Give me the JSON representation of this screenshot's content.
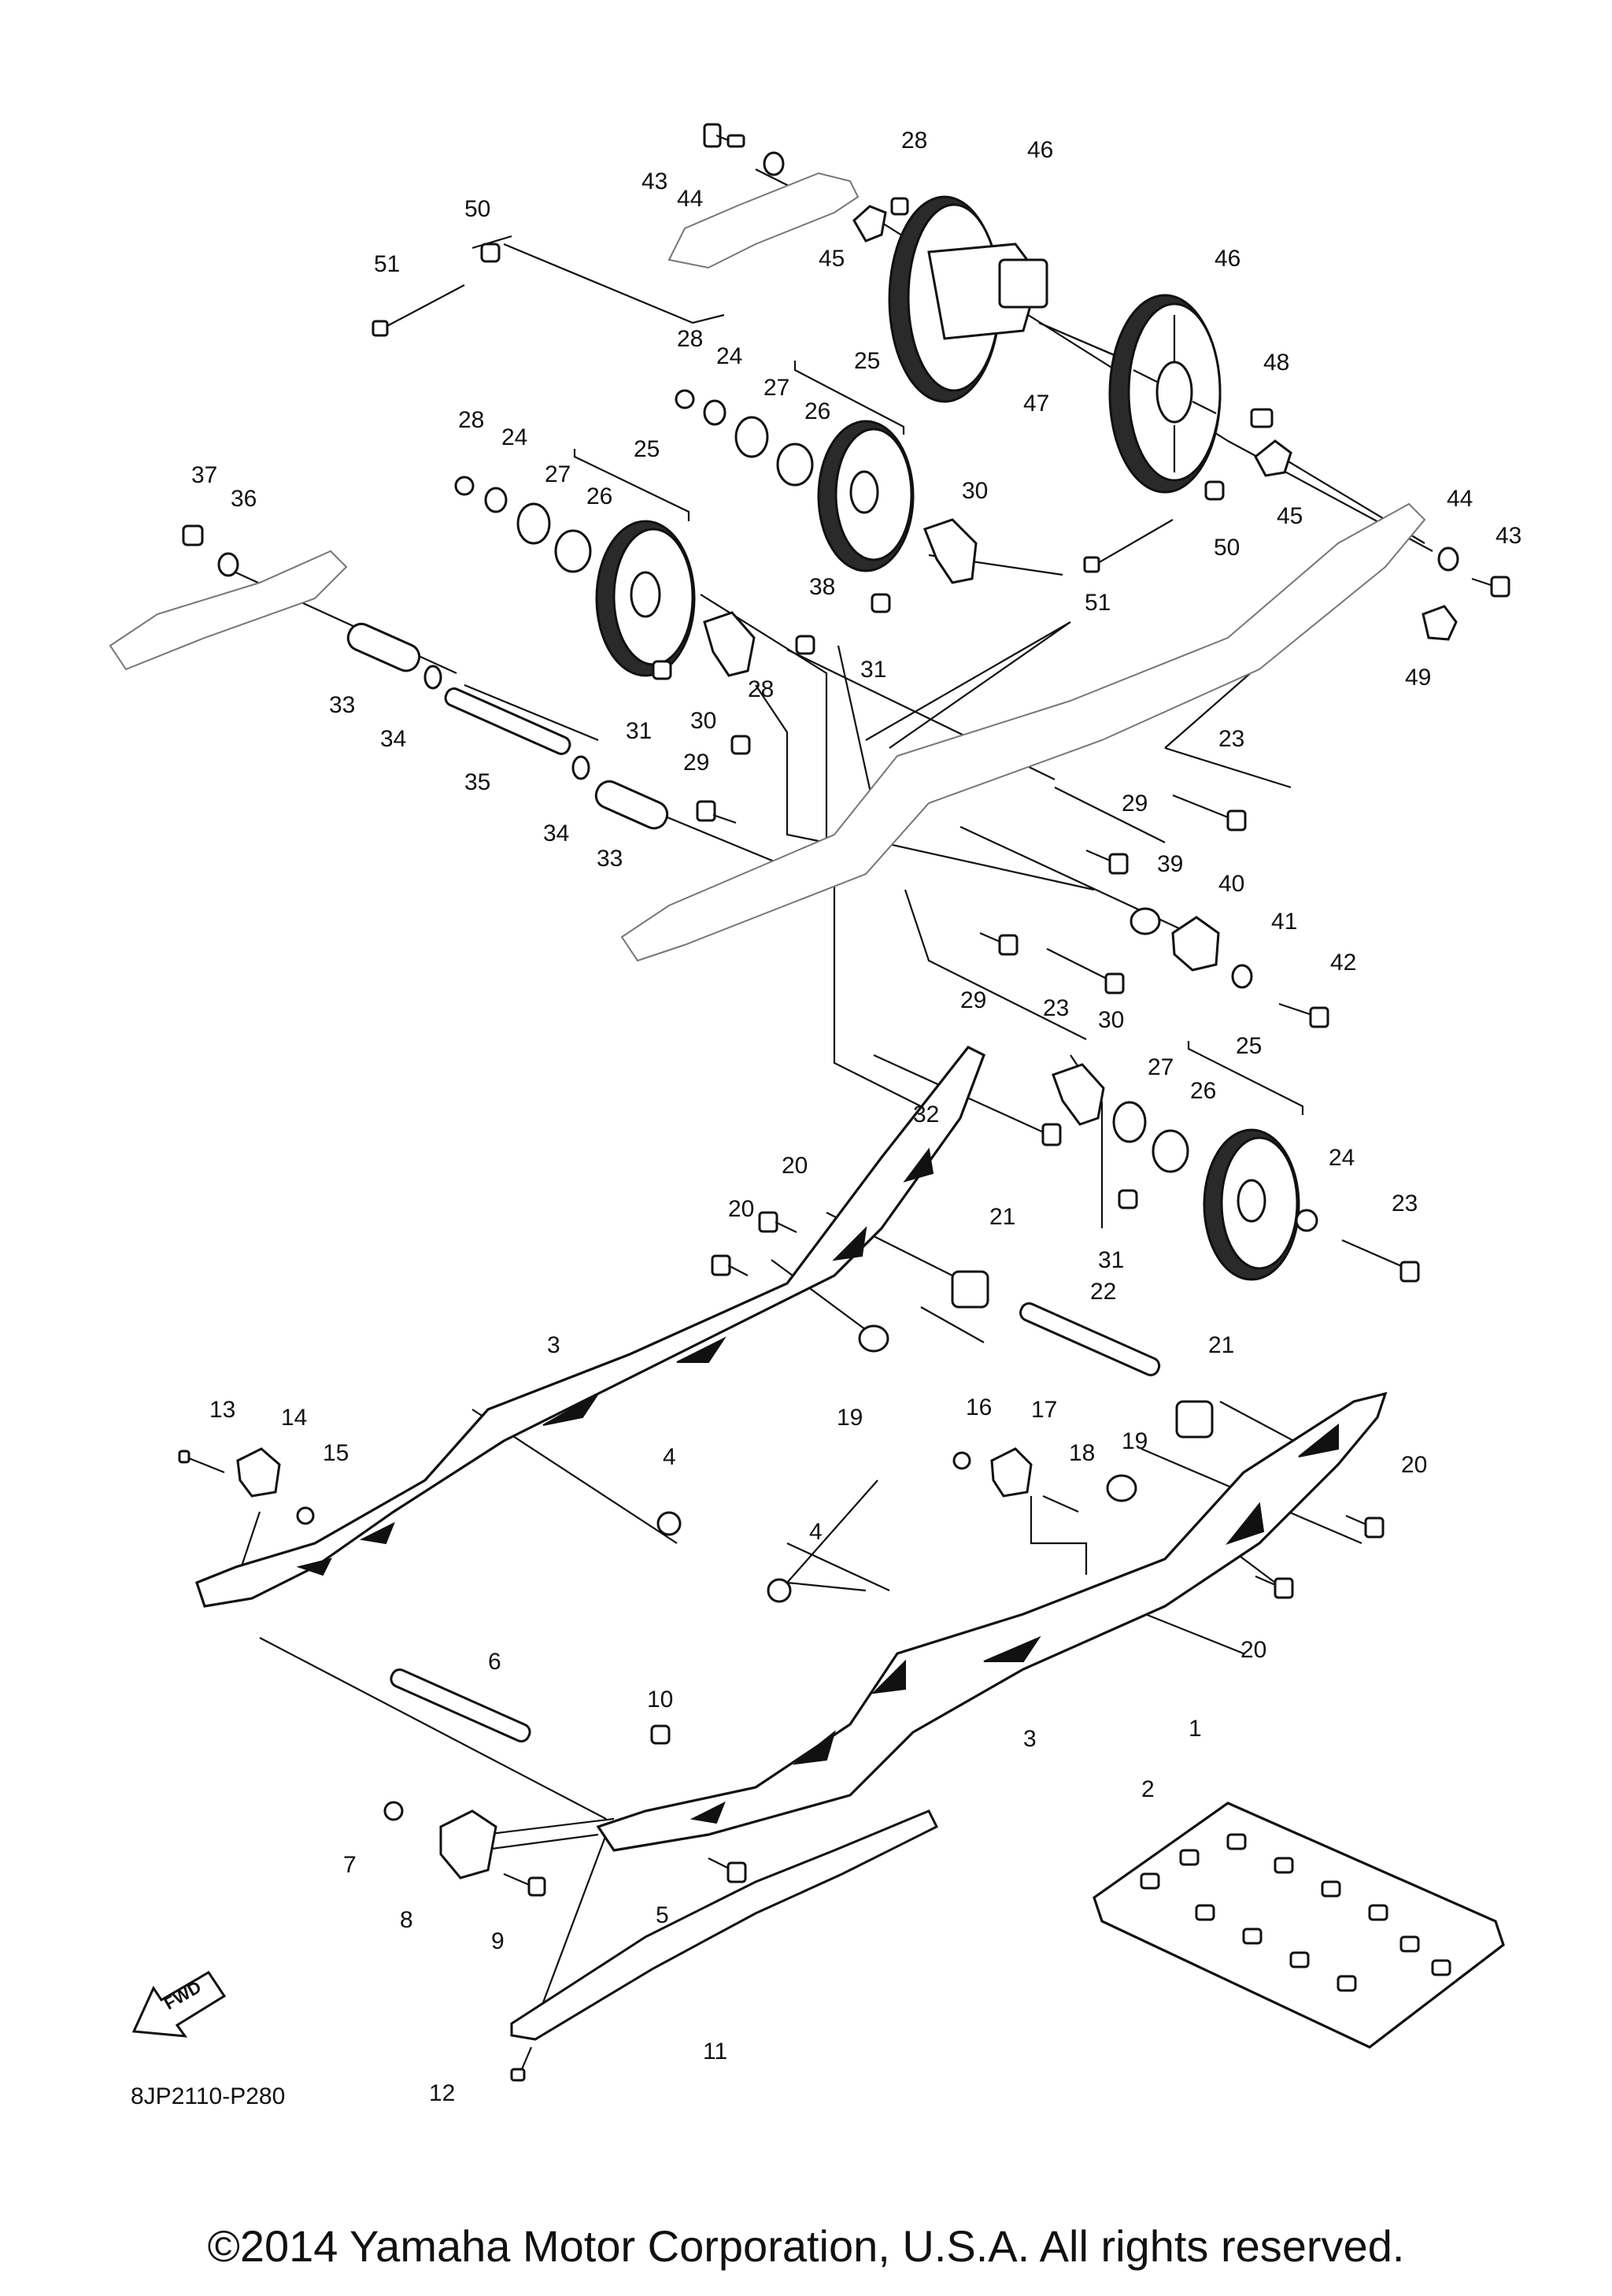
{
  "diagram_code": "8JP2110-P280",
  "fwd_label": "FWD",
  "copyright": "©2014 Yamaha Motor Corporation, U.S.A. All rights reserved.",
  "callouts": {
    "c1": "1",
    "c2": "2",
    "c3a": "3",
    "c3b": "3",
    "c4a": "4",
    "c4b": "4",
    "c5": "5",
    "c6": "6",
    "c7": "7",
    "c8": "8",
    "c9": "9",
    "c10": "10",
    "c11": "11",
    "c12": "12",
    "c13": "13",
    "c14": "14",
    "c15": "15",
    "c16": "16",
    "c17": "17",
    "c18": "18",
    "c19a": "19",
    "c19b": "19",
    "c20a": "20",
    "c20b": "20",
    "c20c": "20",
    "c20d": "20",
    "c21a": "21",
    "c21b": "21",
    "c22": "22",
    "c23a": "23",
    "c23b": "23",
    "c23c": "23",
    "c24a": "24",
    "c24b": "24",
    "c24c": "24",
    "c25a": "25",
    "c25b": "25",
    "c25c": "25",
    "c26a": "26",
    "c26b": "26",
    "c26c": "26",
    "c27a": "27",
    "c27b": "27",
    "c27c": "27",
    "c28a": "28",
    "c28b": "28",
    "c28c": "28",
    "c28d": "28",
    "c29a": "29",
    "c29b": "29",
    "c29c": "29",
    "c30a": "30",
    "c30b": "30",
    "c30c": "30",
    "c31a": "31",
    "c31b": "31",
    "c31c": "31",
    "c32": "32",
    "c33a": "33",
    "c33b": "33",
    "c34a": "34",
    "c34b": "34",
    "c35": "35",
    "c36": "36",
    "c37": "37",
    "c38": "38",
    "c39": "39",
    "c40": "40",
    "c41": "41",
    "c42": "42",
    "c43a": "43",
    "c43b": "43",
    "c44a": "44",
    "c44b": "44",
    "c45a": "45",
    "c45b": "45",
    "c46a": "46",
    "c46b": "46",
    "c47": "47",
    "c48": "48",
    "c49": "49",
    "c50a": "50",
    "c50b": "50",
    "c51a": "51",
    "c51b": "51"
  }
}
